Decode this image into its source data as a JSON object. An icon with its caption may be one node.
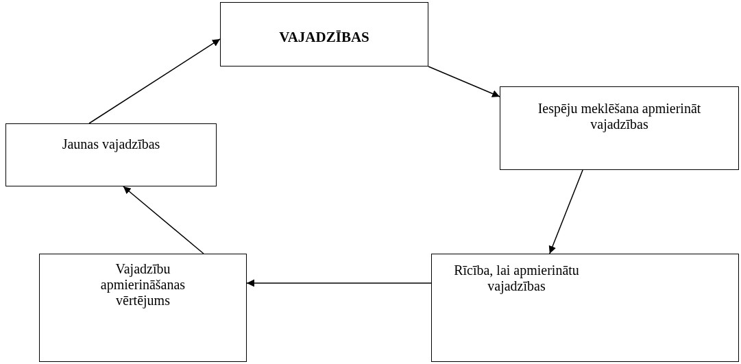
{
  "diagram": {
    "nodes": [
      {
        "text": [
          "VAJADZĪBAS"
        ]
      },
      {
        "text": [
          "Iespēju meklēšana apmierināt vajadzības"
        ]
      },
      {
        "text": [
          "Rīcība, lai apmierinātu vajadzības"
        ]
      },
      {
        "text": [
          "Vajadzību apmierināšanas vērtējums"
        ]
      },
      {
        "text": [
          "Jaunas vajadzības"
        ]
      }
    ],
    "edges": [
      {
        "from": 4,
        "to": 0,
        "arrow": "to"
      },
      {
        "from": 0,
        "to": 1,
        "arrow": "to"
      },
      {
        "from": 1,
        "to": 2,
        "arrow": "to"
      },
      {
        "from": 2,
        "to": 3,
        "arrow": "to"
      },
      {
        "from": 3,
        "to": 4,
        "arrow": "to"
      }
    ]
  }
}
